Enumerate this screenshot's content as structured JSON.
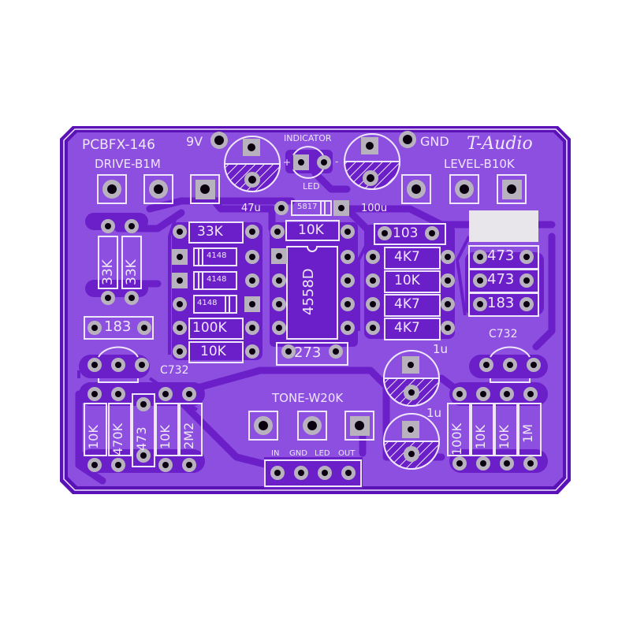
{
  "board": {
    "title": "PCBFX-146",
    "brand": "T-Audio",
    "colors": {
      "background": "#ffffff",
      "substrate": "#8d4fe0",
      "copper_pour": "#6a1fc8",
      "outline": "#5a12b8",
      "silkscreen": "#efe6fb",
      "pad": "#b8b2bf",
      "hole": "#0a0010",
      "white_box": "#e8e6ea"
    }
  },
  "power": {
    "v9_label": "9V",
    "gnd_label": "GND"
  },
  "pots": {
    "drive": "DRIVE-B1M",
    "level": "LEVEL-B10K",
    "tone": "TONE-W20K"
  },
  "indicator": {
    "title": "INDICATOR",
    "led": "LED",
    "plus": "+",
    "minus": "-"
  },
  "caps": {
    "c47u": "47u",
    "c100u": "100u",
    "c1u_a": "1u",
    "c1u_b": "1u"
  },
  "diodes": {
    "schottky": "5817",
    "d1": "4148",
    "d2": "4148",
    "d3": "4148"
  },
  "ic": {
    "label": "4558D"
  },
  "resistors_left": {
    "v1": "33K",
    "v2": "33K",
    "r183": "183",
    "r33k": "33K",
    "r100k": "100K",
    "r10k": "10K"
  },
  "resistors_center": {
    "r10k_top": "10K",
    "c273": "273"
  },
  "resistors_right_mid": {
    "c103": "103",
    "r1": "4K7",
    "r2": "10K",
    "r3": "4K7",
    "r4": "4K7"
  },
  "resistors_far_right": {
    "c1": "473",
    "c2": "473",
    "c3": "183"
  },
  "transistors": {
    "left": "C732",
    "right": "C732"
  },
  "bottom_left": {
    "r1": "10K",
    "r2": "470K",
    "c": "473",
    "r3": "10K",
    "r4": "2M2"
  },
  "bottom_right": {
    "r1": "100K",
    "r2": "10K",
    "r3": "10K",
    "r4": "1M"
  },
  "header": {
    "in": "IN",
    "gnd": "GND",
    "led": "LED",
    "out": "OUT"
  }
}
